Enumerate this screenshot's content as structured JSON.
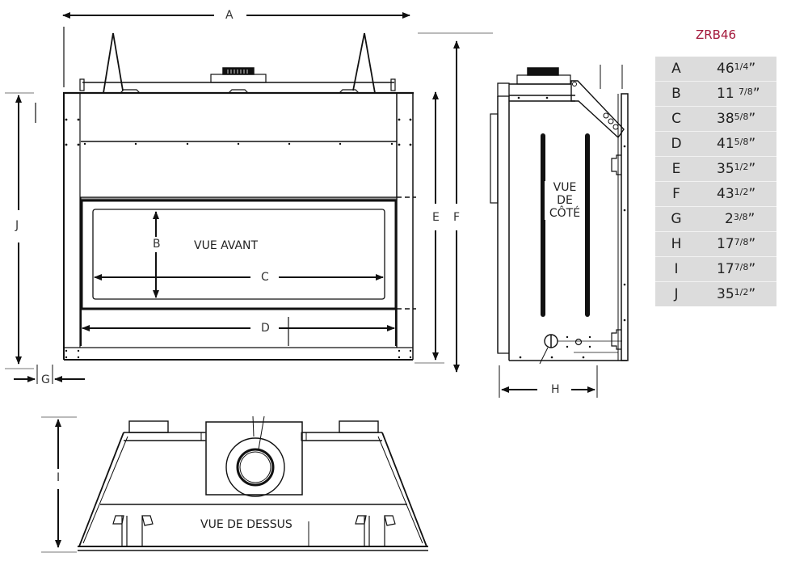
{
  "model": "ZRB46",
  "views": {
    "front": "VUE AVANT",
    "side": [
      "VUE",
      "DE",
      "CÔTÉ"
    ],
    "top": "VUE DE DESSUS"
  },
  "dimension_labels": {
    "A": "A",
    "B": "B",
    "C": "C",
    "D": "D",
    "E": "E",
    "F": "F",
    "G": "G",
    "H": "H",
    "I": "I",
    "J": "J"
  },
  "spec_table": {
    "rows": [
      {
        "key": "A",
        "whole": "46",
        "frac": "1/4",
        "unit": "”"
      },
      {
        "key": "B",
        "whole": "11 ",
        "frac": "7/8",
        "unit": "”"
      },
      {
        "key": "C",
        "whole": "38",
        "frac": "5/8",
        "unit": "”"
      },
      {
        "key": "D",
        "whole": "41",
        "frac": "5/8",
        "unit": "”"
      },
      {
        "key": "E",
        "whole": "35",
        "frac": "1/2",
        "unit": "”"
      },
      {
        "key": "F",
        "whole": "43",
        "frac": "1/2",
        "unit": "”"
      },
      {
        "key": "G",
        "whole": "2",
        "frac": "3/8",
        "unit": "”"
      },
      {
        "key": "H",
        "whole": "17",
        "frac": "7/8",
        "unit": "”"
      },
      {
        "key": "I",
        "whole": "17",
        "frac": "7/8",
        "unit": "”"
      },
      {
        "key": "J",
        "whole": "35",
        "frac": "1/2",
        "unit": "”"
      }
    ]
  },
  "colors": {
    "model_title": "#a3173a",
    "table_bg": "#dcdcdc",
    "line": "#111111"
  }
}
